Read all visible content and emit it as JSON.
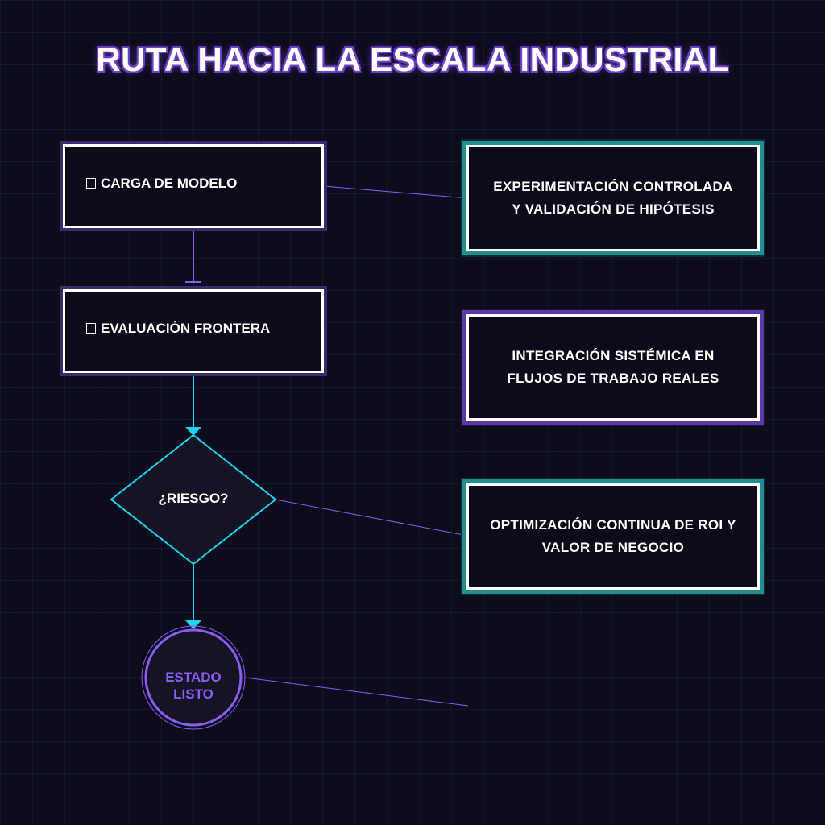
{
  "title": "RUTA HACIA LA ESCALA INDUSTRIAL",
  "flow": {
    "step1": "CARGA DE MODELO",
    "step2": "EVALUACIÓN FRONTERA",
    "decision": "¿RIESGO?",
    "end_line1": "ESTADO",
    "end_line2": "LISTO"
  },
  "cards": [
    {
      "line1": "EXPERIMENTACIÓN CONTROLADA",
      "line2": "Y VALIDACIÓN DE HIPÓTESIS",
      "accent": "teal"
    },
    {
      "line1": "INTEGRACIÓN SISTÉMICA EN",
      "line2": "FLUJOS DE TRABAJO REALES",
      "accent": "purple"
    },
    {
      "line1": "OPTIMIZACIÓN CONTINUA DE ROI Y",
      "line2": "VALOR DE NEGOCIO",
      "accent": "teal"
    }
  ],
  "colors": {
    "background": "#0c0c1c",
    "purple": "#8b5cf6",
    "teal": "#22d3ee",
    "node_text": "#ffffff"
  },
  "icons": {
    "step_icon": "missing-glyph-box"
  }
}
